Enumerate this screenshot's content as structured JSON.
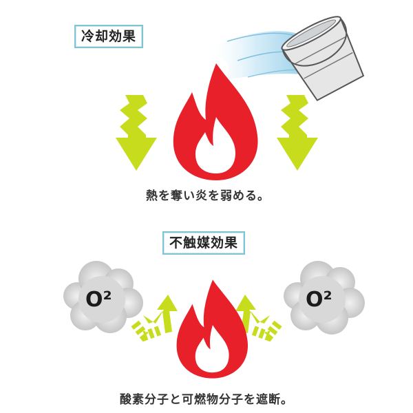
{
  "cooling": {
    "title": "冷却効果",
    "caption": "熱を奪い炎を弱める。"
  },
  "smothering": {
    "title": "不触媒効果",
    "caption": "酸素分子と可燃物分子を遮断。"
  },
  "oxygen_label": "O²",
  "colors": {
    "fire_red": "#e8202a",
    "arrow_green": "#c8dc1e",
    "border_blue": "#7fc4d3",
    "cloud_gray": "#d6d6d6",
    "water_blue": "#bfe6f5"
  }
}
